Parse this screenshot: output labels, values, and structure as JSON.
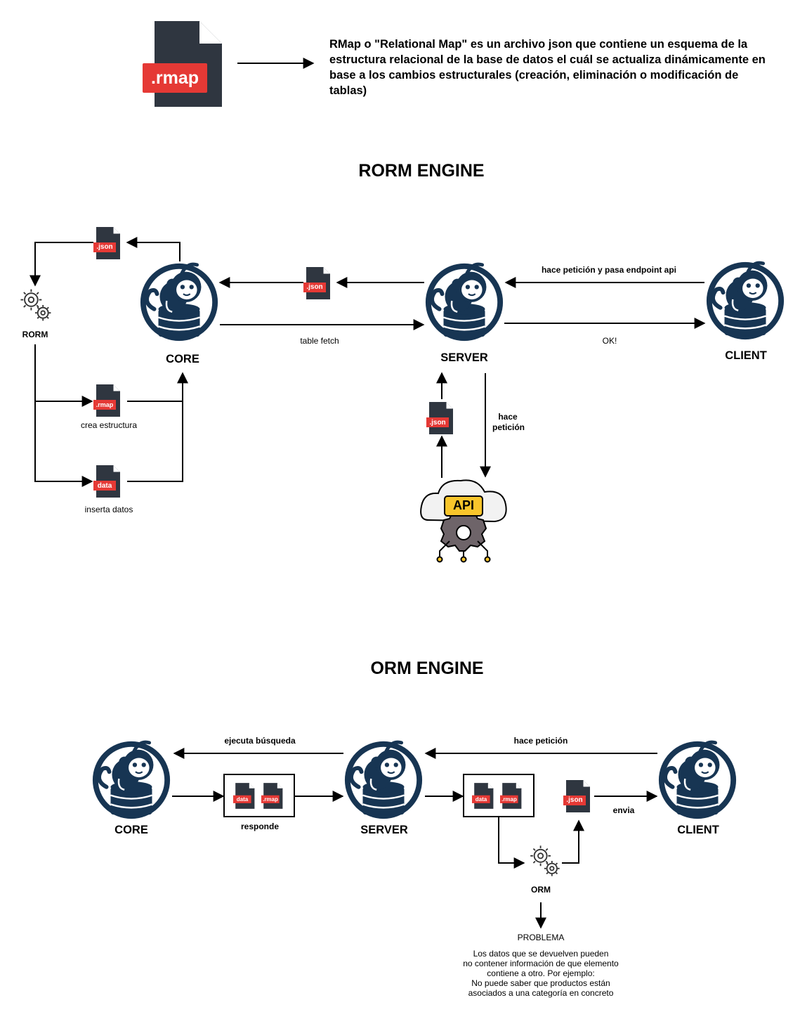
{
  "header": {
    "big_file_badge": ".rmap",
    "description": "RMap o \"Relational Map\" es un archivo json que contiene un esquema de la estructura relacional de la base de datos el cuál se actualiza dinámicamente en base a los cambios estructurales (creación, eliminación o modificación de tablas)"
  },
  "rorm": {
    "title": "RORM ENGINE",
    "nodes": {
      "core": "CORE",
      "server": "SERVER",
      "client": "CLIENT",
      "rorm": "RORM"
    },
    "file_badges": {
      "json": ".json",
      "rmap": ".rmap",
      "data": "data"
    },
    "edge_labels": {
      "table_fetch": "table fetch",
      "request_endpoint": "hace petición y pasa endpoint api",
      "ok": "OK!",
      "api_request_line1": "hace",
      "api_request_line2": "petición",
      "create_structure": "crea estructura",
      "insert_data": "inserta datos"
    },
    "api_badge": "API"
  },
  "orm": {
    "title": "ORM ENGINE",
    "nodes": {
      "core": "CORE",
      "server": "SERVER",
      "client": "CLIENT",
      "orm": "ORM"
    },
    "file_badges": {
      "data": "data",
      "rmap": ".rmap",
      "json": ".json"
    },
    "edge_labels": {
      "execute_search": "ejecuta búsqueda",
      "request": "hace petición",
      "responds": "responde",
      "sends": "envia"
    },
    "problem": {
      "title": "PROBLEMA",
      "lines": [
        "Los datos que se devuelven pueden",
        "no contener información de que elemento",
        "contiene a otro. Por ejemplo:",
        "No puede saber que productos están",
        "asociados a una categoría en concreto"
      ]
    }
  },
  "colors": {
    "file_body": "#2f3640",
    "file_badge": "#e53935",
    "logo_navy": "#173553",
    "api_yellow": "#f8c52b",
    "api_gear": "#6e6469",
    "cloud_fill": "#f2f2f2"
  }
}
